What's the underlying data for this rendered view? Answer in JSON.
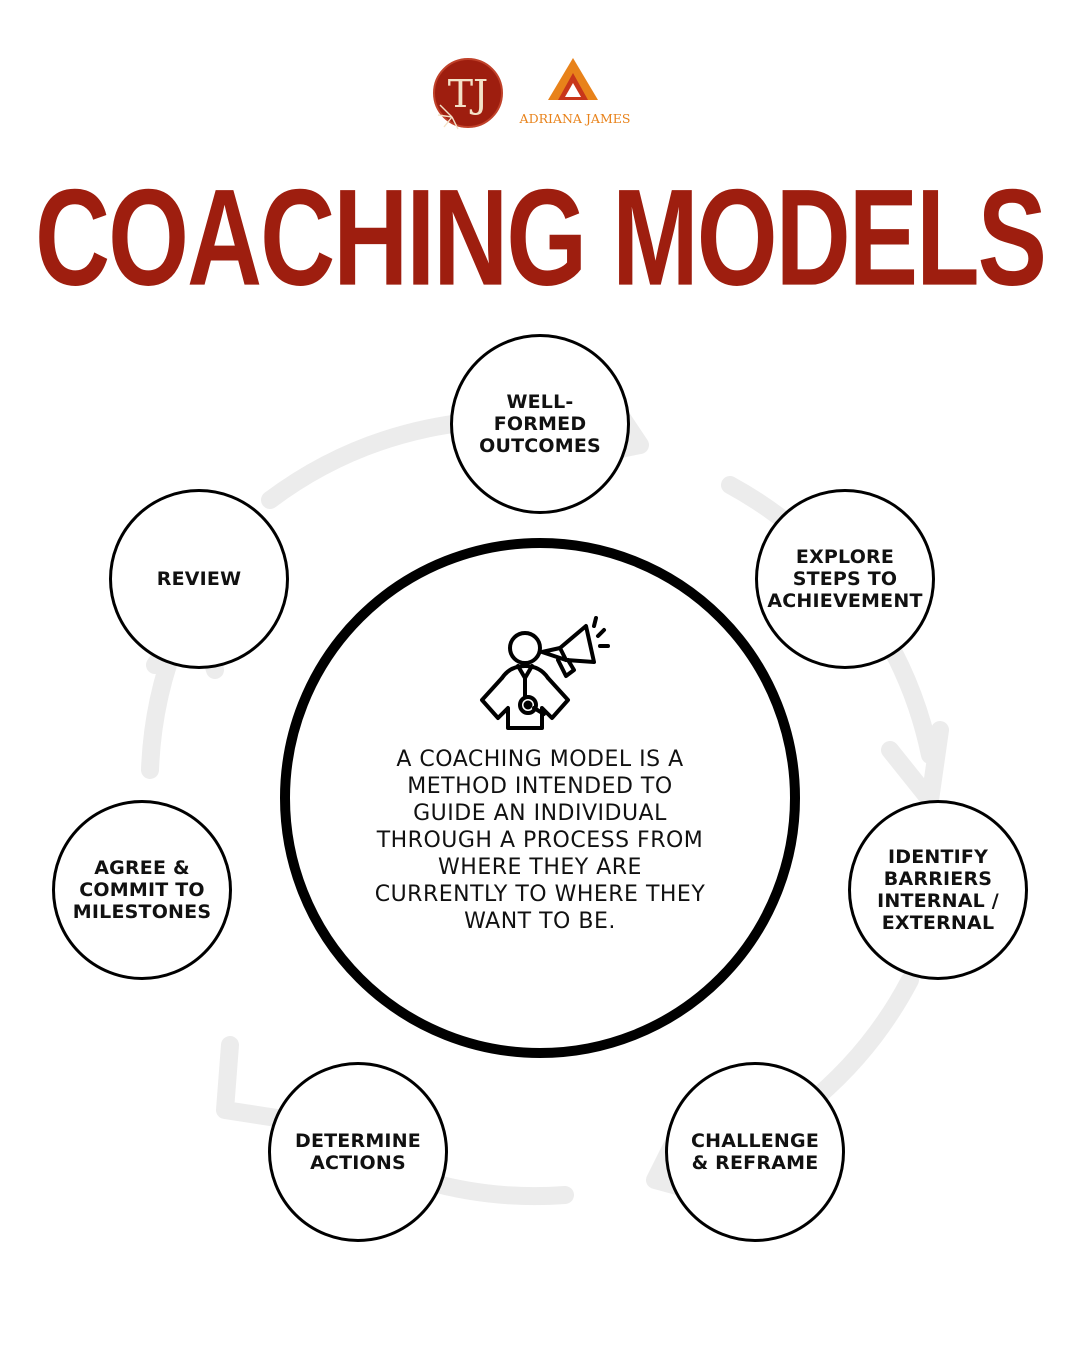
{
  "logos": {
    "tj_monogram": "TJ",
    "adriana_james": "ADRIANA JAMES",
    "brand_red": "#9e1e0f",
    "brand_orange": "#e8821a"
  },
  "title": "COACHING MODELS",
  "center": {
    "icon": "coach-megaphone-whistle-icon",
    "text": "A COACHING MODEL IS A METHOD INTENDED TO GUIDE AN INDIVIDUAL THROUGH A PROCESS FROM WHERE THEY ARE CURRENTLY TO WHERE THEY WANT TO BE."
  },
  "steps": [
    {
      "label": "WELL-\nFORMED\nOUTCOMES"
    },
    {
      "label": "EXPLORE\nSTEPS TO\nACHIEVEMENT"
    },
    {
      "label": "IDENTIFY\nBARRIERS\nINTERNAL /\nEXTERNAL"
    },
    {
      "label": "CHALLENGE\n& REFRAME"
    },
    {
      "label": "DETERMINE\nACTIONS"
    },
    {
      "label": "AGREE &\nCOMMIT TO\nMILESTONES"
    },
    {
      "label": "REVIEW"
    }
  ],
  "colors": {
    "title": "#9e1e0f",
    "cycle_arrows": "#ececec",
    "outline": "#000000"
  }
}
